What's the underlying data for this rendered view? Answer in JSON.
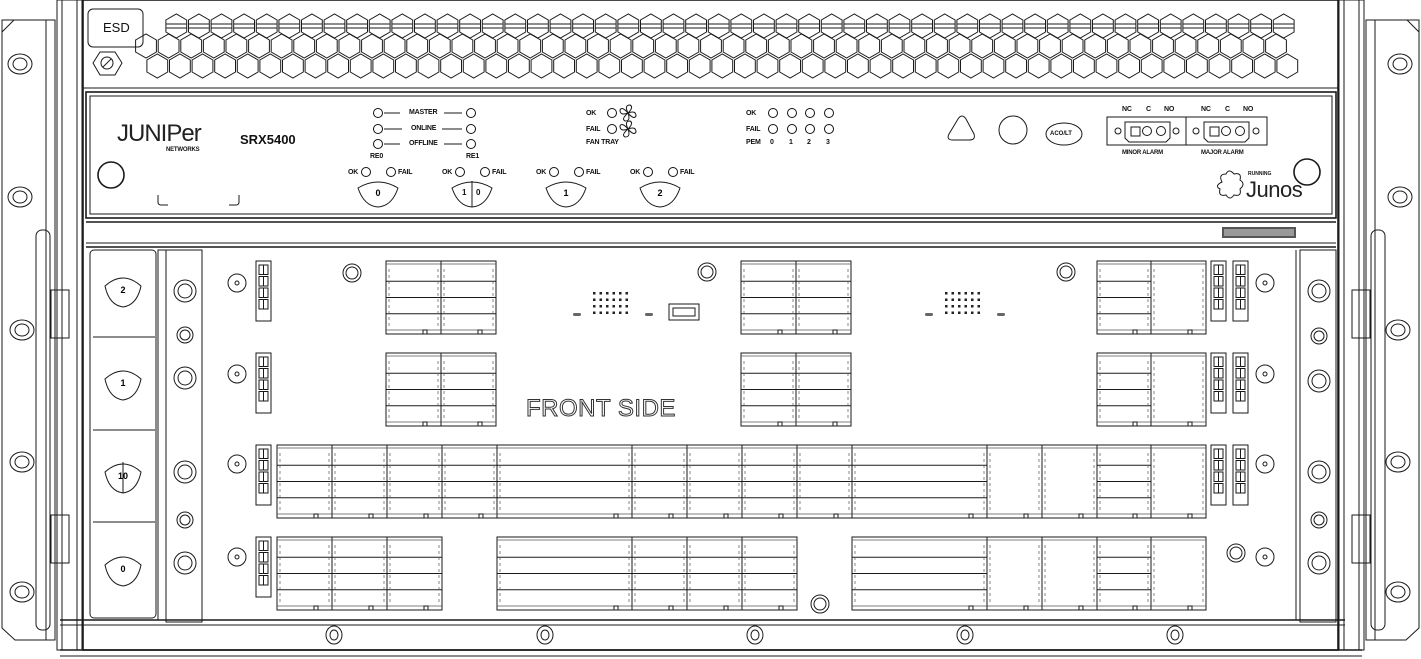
{
  "device": {
    "vendor_logo": "JUNIPer",
    "vendor_sub": "NETWORKS",
    "model": "SRX5400",
    "view_label": "FRONT SIDE",
    "os_logo": "Junos",
    "os_logo_sub": "RUNNING"
  },
  "top_panel": {
    "esd_label": "ESD"
  },
  "craft_interface": {
    "re_leds": {
      "rows": [
        "MASTER",
        "ONLINE",
        "OFFLINE"
      ],
      "left_label": "RE0",
      "right_label": "RE1"
    },
    "fan_tray": {
      "ok_label": "OK",
      "fail_label": "FAIL",
      "title": "FAN TRAY"
    },
    "pem": {
      "ok_label": "OK",
      "fail_label": "FAIL",
      "row_label": "PEM",
      "numbers": [
        "0",
        "1",
        "2",
        "3"
      ]
    },
    "card_leds": [
      {
        "ok": "OK",
        "fail": "FAIL",
        "slot": "0"
      },
      {
        "ok": "OK",
        "fail": "FAIL",
        "slot_a": "1",
        "slot_b": "0"
      },
      {
        "ok": "OK",
        "fail": "FAIL",
        "slot": "1"
      },
      {
        "ok": "OK",
        "fail": "FAIL",
        "slot": "2"
      }
    ],
    "aco_button": "ACO/LT",
    "alarms": {
      "minor": {
        "title": "MINOR ALARM",
        "pins": [
          "NC",
          "C",
          "NO"
        ]
      },
      "major": {
        "title": "MAJOR ALARM",
        "pins": [
          "NC",
          "C",
          "NO"
        ]
      }
    }
  },
  "slots": {
    "left_ejector_labels": [
      "2",
      "1",
      "10",
      "0"
    ]
  },
  "colors": {
    "line": "#1a1a1a",
    "background": "#ffffff",
    "gray": "#888888"
  }
}
